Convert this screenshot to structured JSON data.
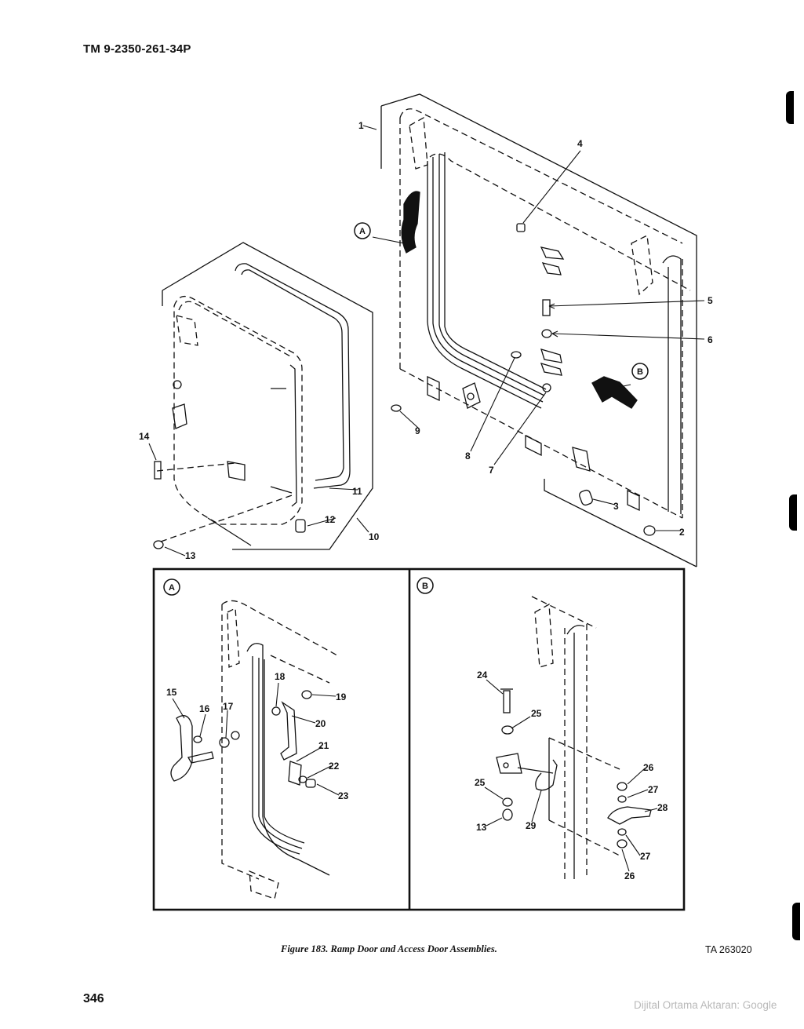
{
  "header": {
    "doc_id": "TM 9-2350-261-34P"
  },
  "page_number": "346",
  "caption": "Figure 183. Ramp Door and Access Door Assemblies.",
  "figure_ref": "TA 263020",
  "watermark": "Dijital Ortama Aktaran: Google",
  "main_callouts": [
    "1",
    "2",
    "3",
    "4",
    "5",
    "6",
    "7",
    "8",
    "9",
    "10",
    "11",
    "12",
    "13",
    "14"
  ],
  "detail_a": {
    "badge": "A",
    "callouts": [
      "15",
      "16",
      "17",
      "18",
      "19",
      "20",
      "21",
      "22",
      "23"
    ]
  },
  "detail_b": {
    "badge": "B",
    "callouts": [
      "24",
      "25",
      "26",
      "27",
      "28",
      "29",
      "25",
      "13",
      "27",
      "26"
    ]
  }
}
